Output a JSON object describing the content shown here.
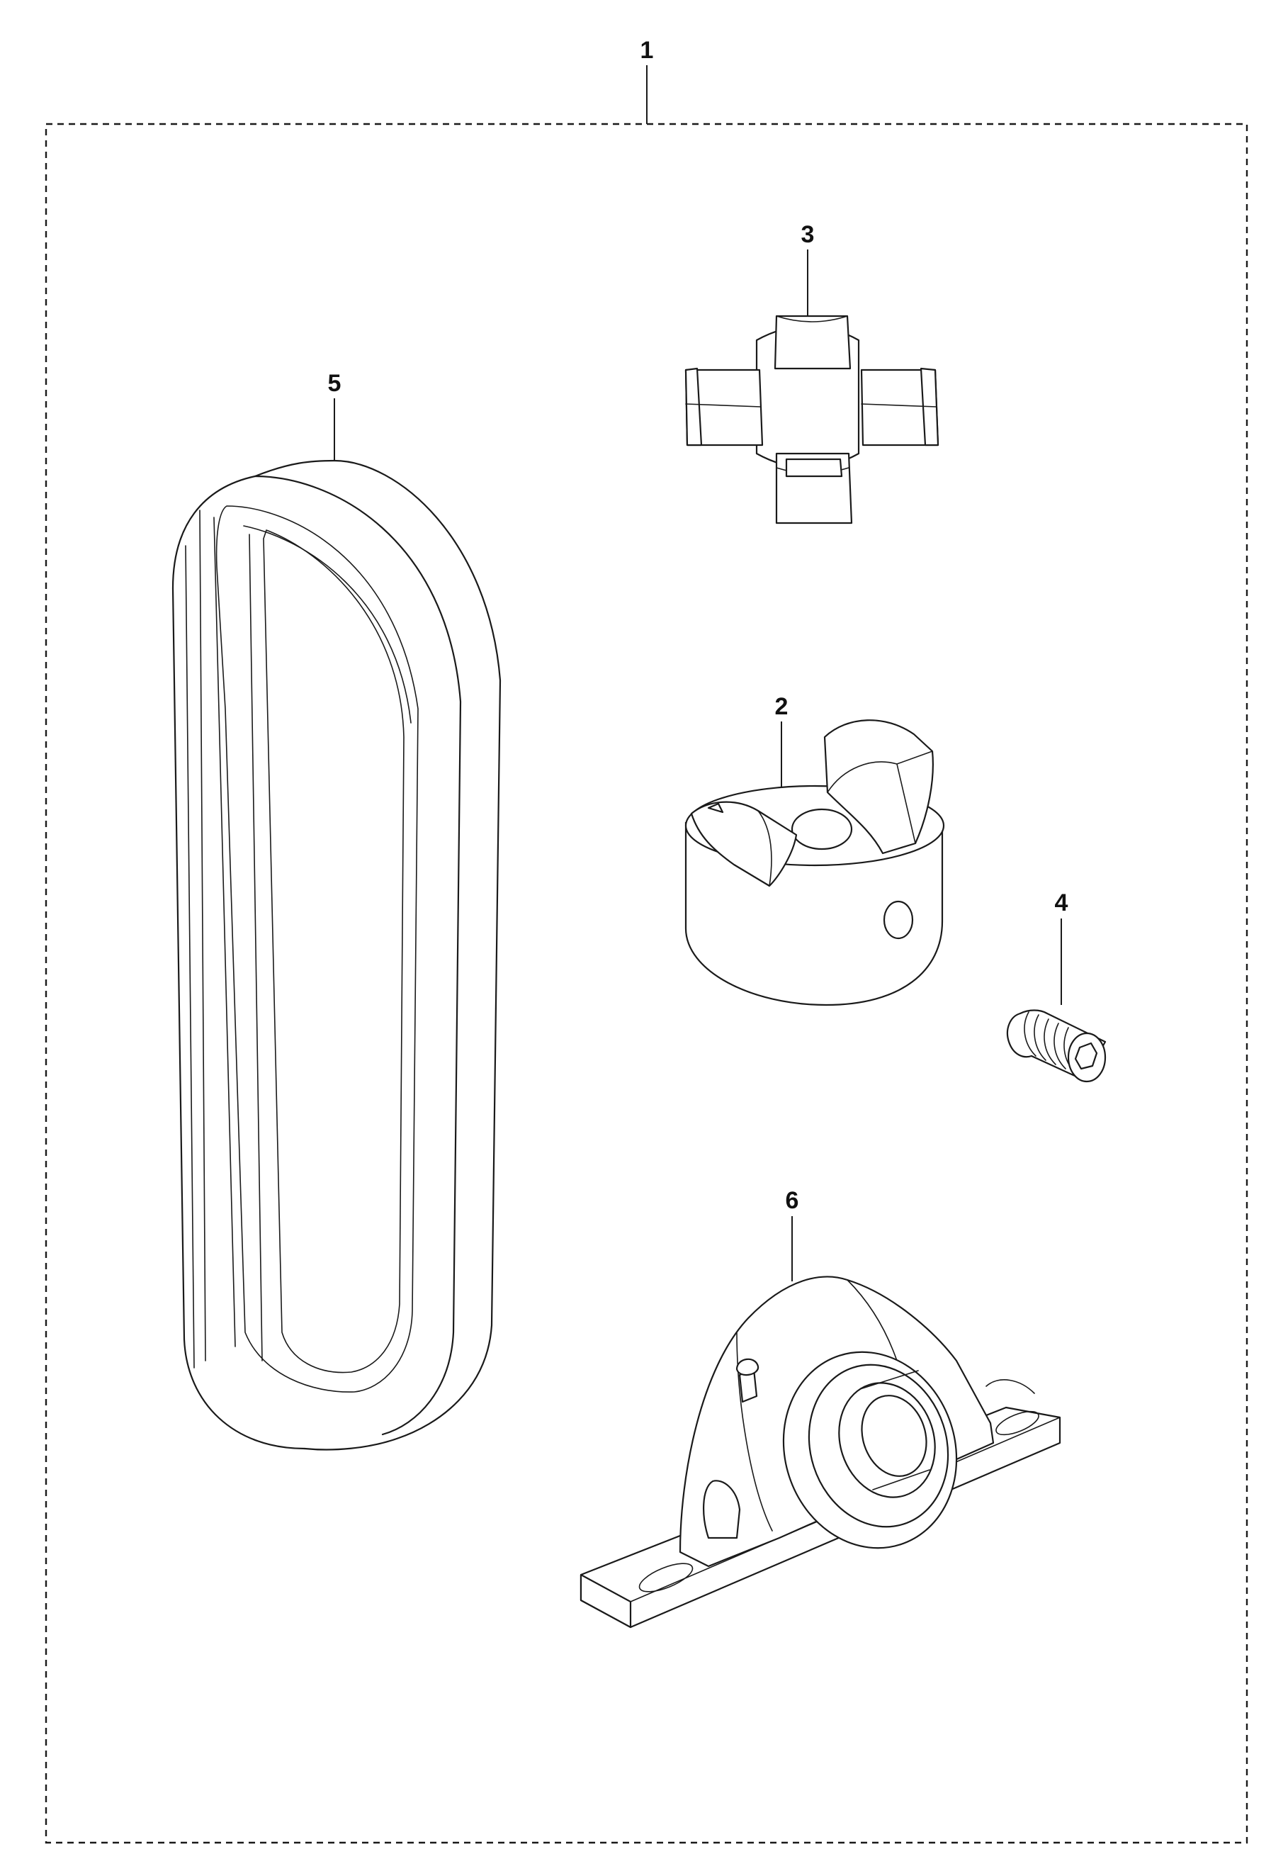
{
  "callouts": {
    "kit": "1",
    "coupling_hub": "2",
    "spider_insert": "3",
    "set_screw": "4",
    "drive_belt": "5",
    "pillow_block_bearing": "6"
  },
  "colors": {
    "line": "#1a1a1a",
    "background": "#ffffff"
  }
}
